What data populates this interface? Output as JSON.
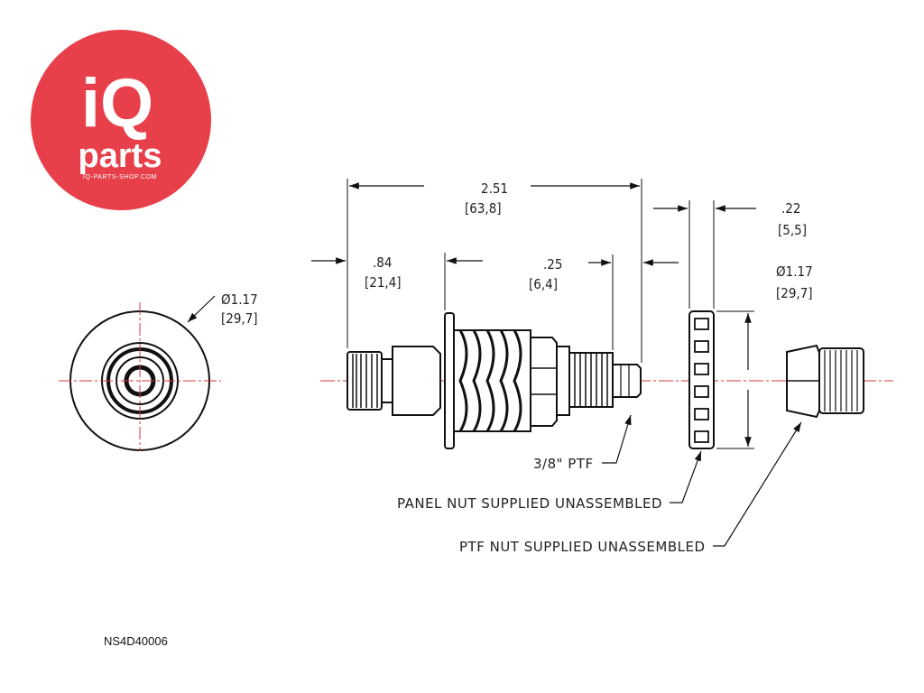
{
  "logo": {
    "brand_line1": "iQ",
    "brand_line2": "parts",
    "website": "IQ-PARTS-SHOP.COM",
    "color": "#e8404b"
  },
  "part_number": "NS4D40006",
  "end_view": {
    "diameter_in": "Ø1.17",
    "diameter_mm": "[29,7]"
  },
  "dimensions": {
    "overall_length_in": "2.51",
    "overall_length_mm": "[63,8]",
    "front_length_in": ".84",
    "front_length_mm": "[21,4]",
    "thread_length_in": ".25",
    "thread_length_mm": "[6,4]",
    "nut_thickness_in": ".22",
    "nut_thickness_mm": "[5,5]",
    "nut_diameter_in": "Ø1.17",
    "nut_diameter_mm": "[29,7]"
  },
  "callouts": {
    "thread": "3/8\" PTF",
    "panel_nut": "PANEL NUT SUPPLIED UNASSEMBLED",
    "ptf_nut": "PTF NUT SUPPLIED UNASSEMBLED"
  },
  "colors": {
    "line": "#111111",
    "centerline": "#d23a3a"
  }
}
